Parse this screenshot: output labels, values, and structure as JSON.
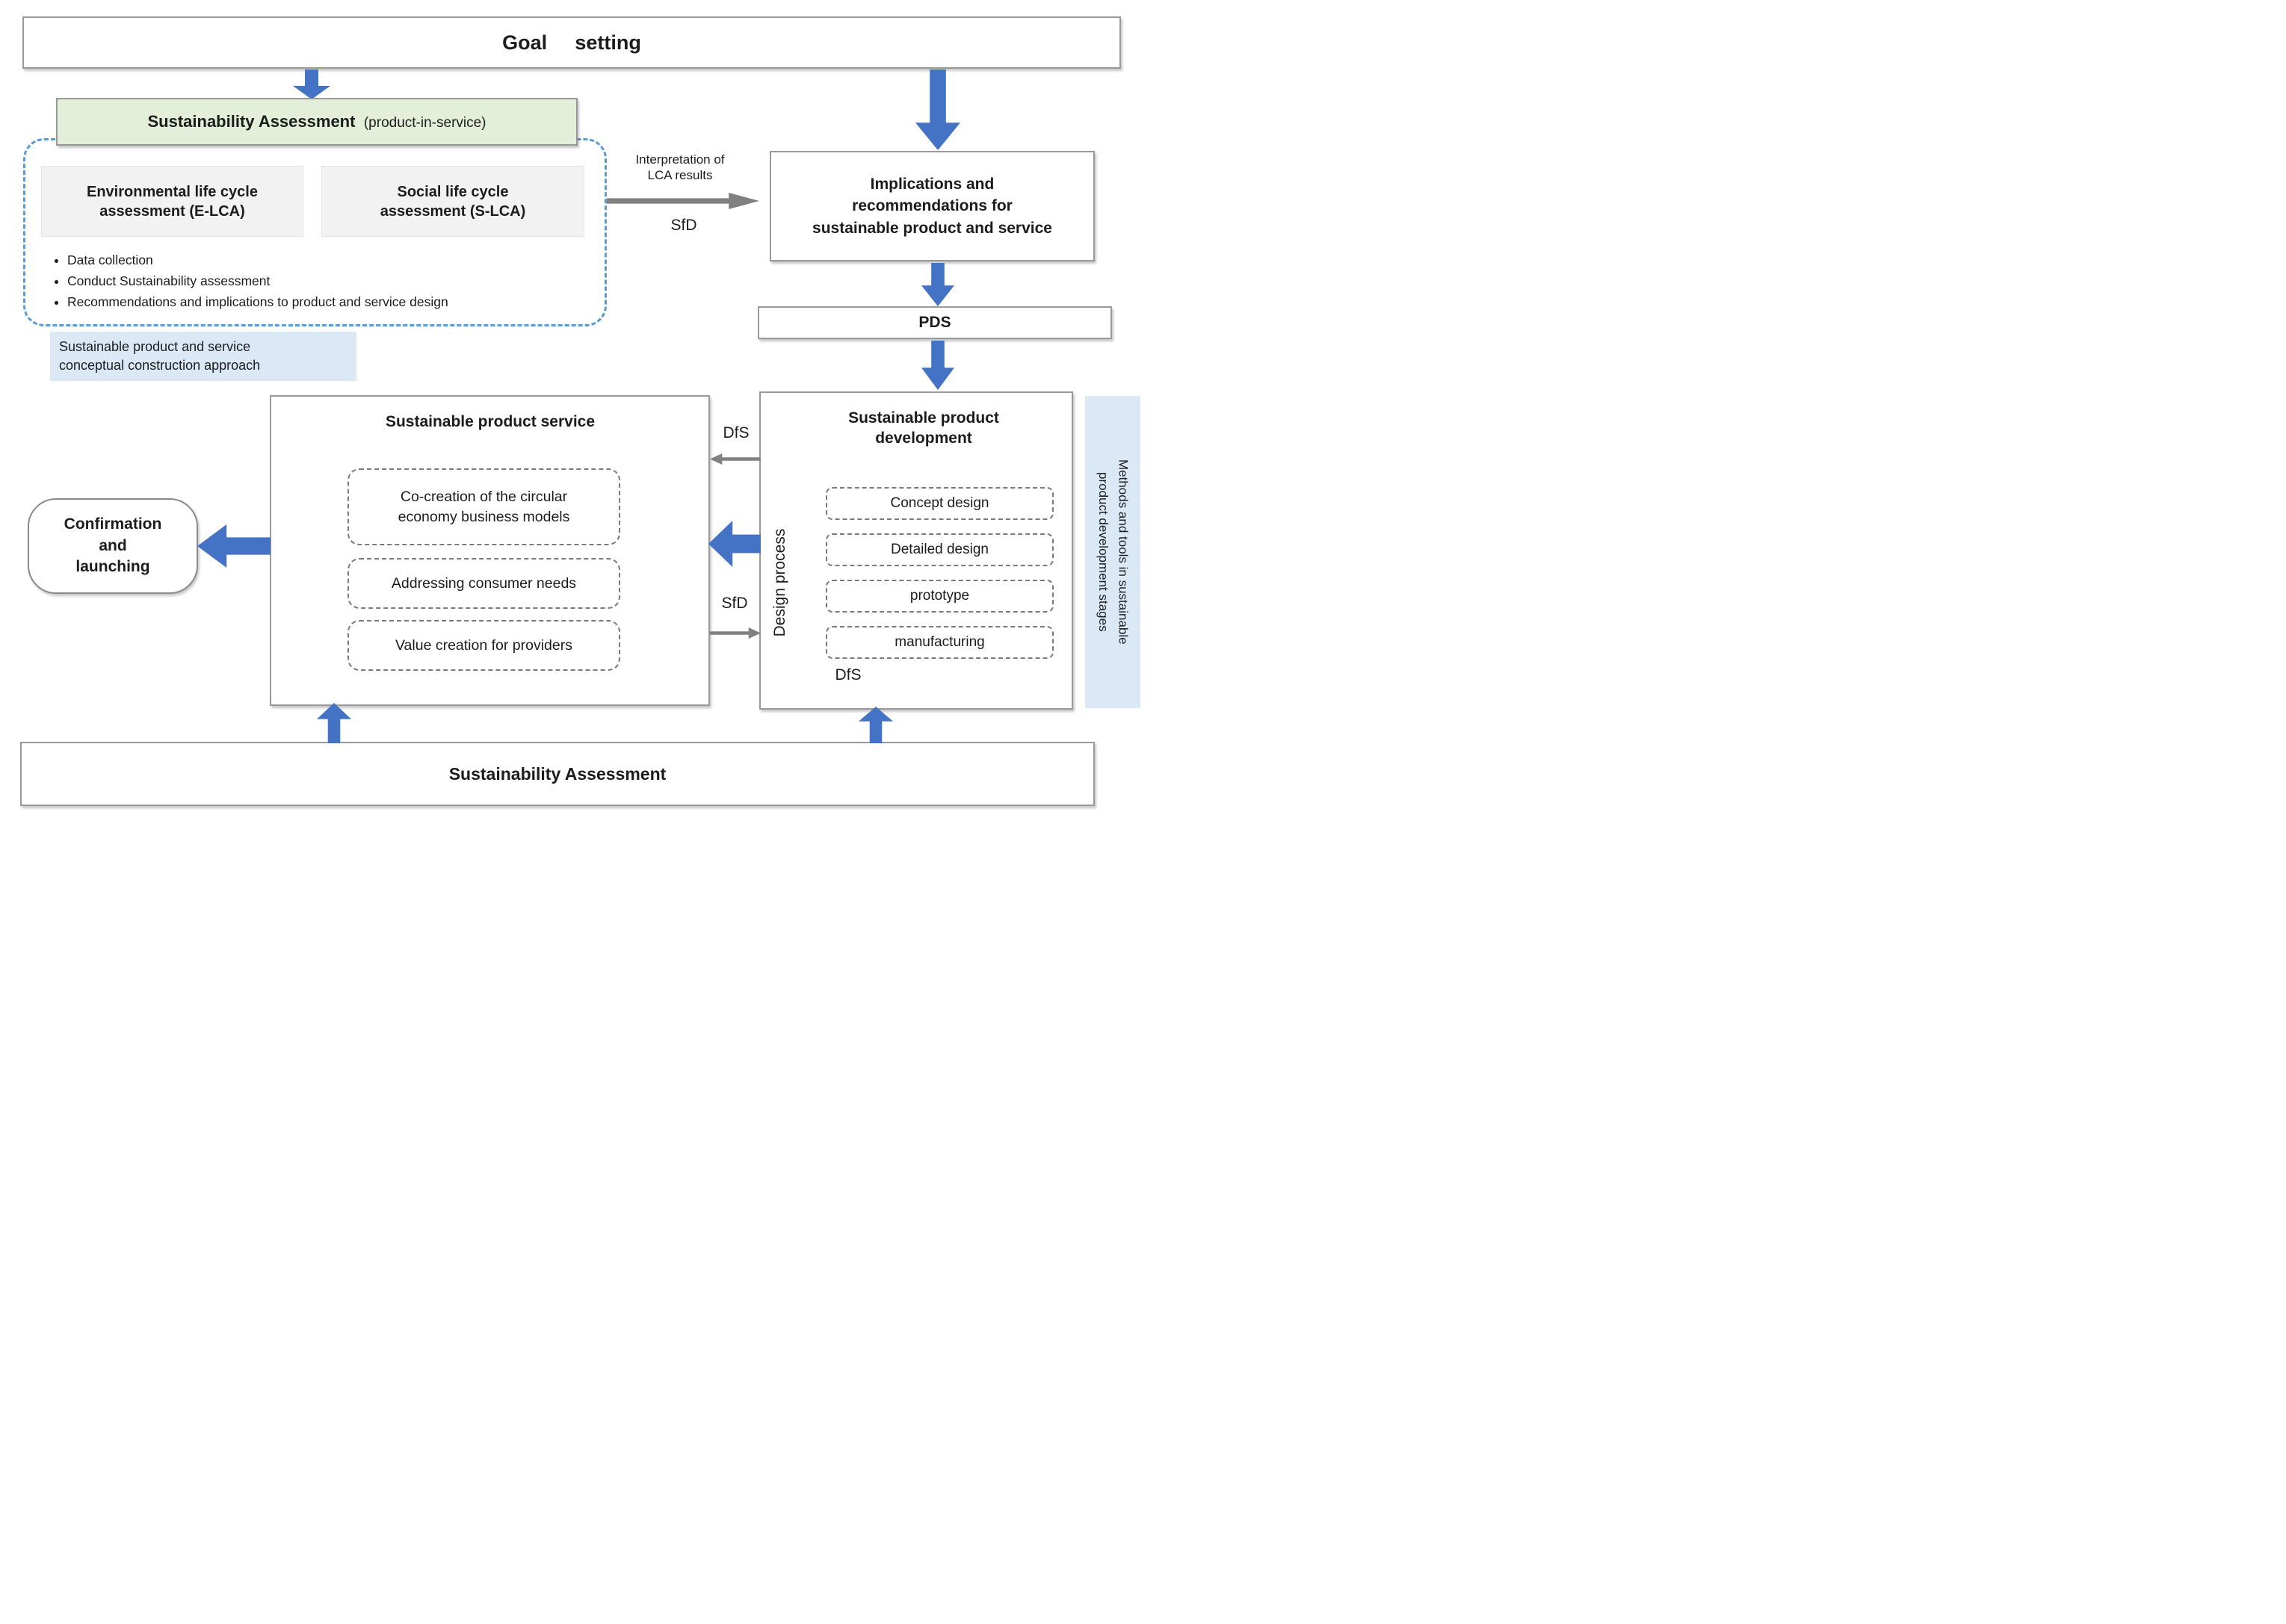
{
  "goal_box": {
    "label": "Goal setting"
  },
  "sustainability_assessment": {
    "title": "Sustainability Assessment",
    "subtitle": "(product-in-service)"
  },
  "elca_box": {
    "label": "Environmental life cycle\nassessment (E-LCA)"
  },
  "slca_box": {
    "label": "Social life cycle\nassessment (S-LCA)"
  },
  "assessment_steps": [
    "Data collection",
    "Conduct Sustainability assessment",
    "Recommendations and implications to product and service design"
  ],
  "concept_approach_label": "Sustainable product and service\nconceptual construction approach",
  "interpretation_arrow": {
    "label_top": "Interpretation of\nLCA results",
    "label_bottom": "SfD"
  },
  "implications_box": {
    "label": "Implications and\nrecommendations for\nsustainable product and service"
  },
  "pds_box": {
    "label": "PDS"
  },
  "development_box": {
    "title": "Sustainable product\ndevelopment",
    "side_label": "Design process",
    "stages": [
      "Concept design",
      "Detailed design",
      "prototype",
      "manufacturing"
    ],
    "bottom_label": "DfS"
  },
  "methods_band": {
    "label": "Methods and tools in sustainable\nproduct development stages"
  },
  "service_box": {
    "title": "Sustainable product service",
    "items": [
      "Co-creation of the circular\neconomy business models",
      "Addressing consumer needs",
      "Value creation for providers"
    ]
  },
  "confirmation_box": {
    "label": "Confirmation\nand\nlaunching"
  },
  "exchange_labels": {
    "dfs": "DfS",
    "sfd": "SfD"
  },
  "bottom_box": {
    "label": "Sustainability Assessment"
  },
  "colors": {
    "arrow_blue": "#4472c4",
    "arrow_gray": "#808080",
    "box_border_gray": "#999999",
    "green_fill": "#e3efd9",
    "light_blue_fill": "#dbe9f6",
    "dashed_border_blue": "#5b9bd5",
    "stage_dashed_gray": "#7a7a7a"
  }
}
